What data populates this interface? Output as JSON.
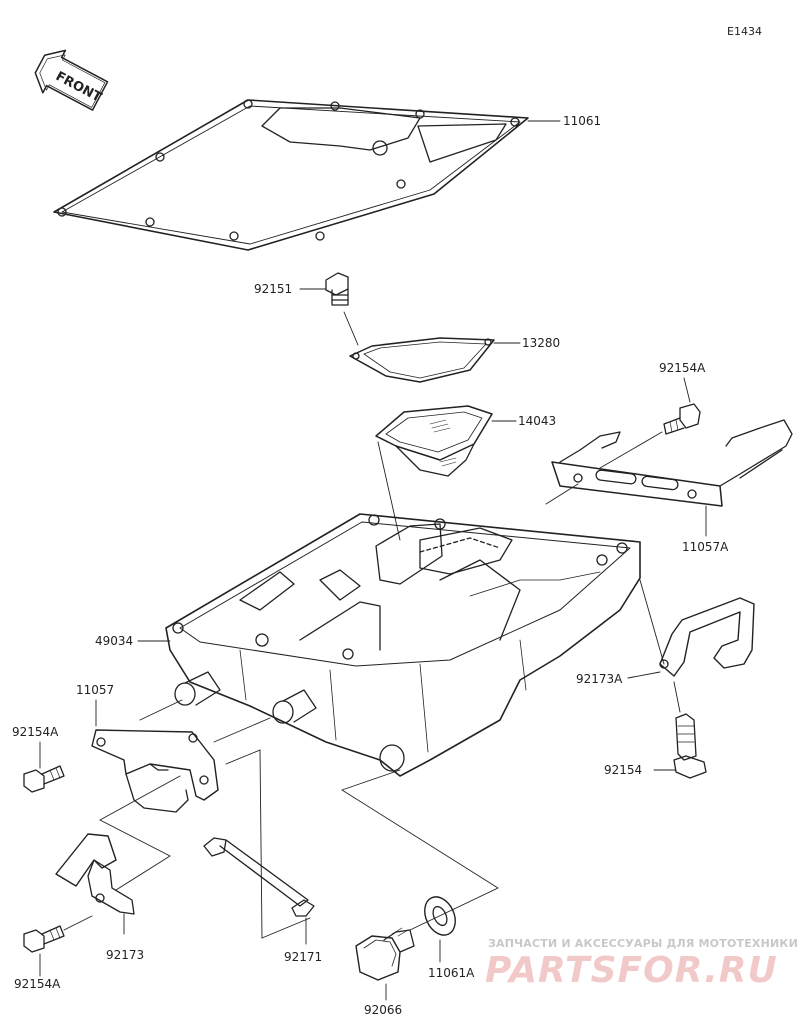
{
  "diagram_code": "E1434",
  "front_label": "FRONT",
  "parts": {
    "p11061": "11061",
    "p92151": "92151",
    "p13280": "13280",
    "p14043": "14043",
    "p92154A_top": "92154A",
    "p11057A": "11057A",
    "p49034": "49034",
    "p11057": "11057",
    "p92154A_left": "92154A",
    "p92173A": "92173A",
    "p92154": "92154",
    "p92173": "92173",
    "p92154A_bottom": "92154A",
    "p92171": "92171",
    "p92066": "92066",
    "p11061A": "11061A"
  },
  "watermark": {
    "tagline": "ЗАПЧАСТИ И АКСЕССУАРЫ ДЛЯ МОТОТЕХНИКИ",
    "logo": "PARTSFOR.RU"
  }
}
